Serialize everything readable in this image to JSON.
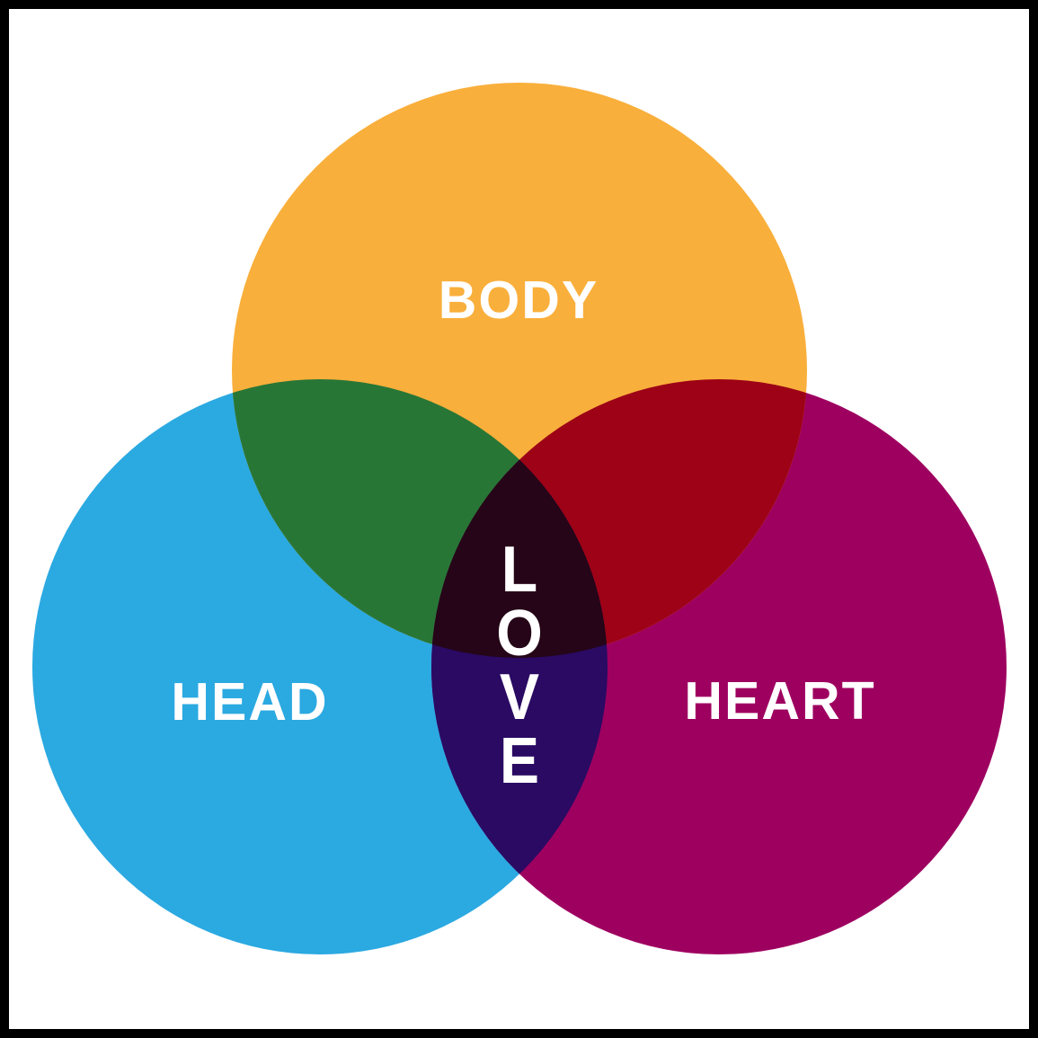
{
  "canvas": {
    "background_color": "#FFFFFF",
    "frame_color": "#000000",
    "label_color": "#FFFFFF"
  },
  "diagram": {
    "type": "venn",
    "sets": [
      {
        "label": "BODY",
        "color": "#F9AF3B",
        "position": "top"
      },
      {
        "label": "HEAD",
        "color": "#2BA9E1",
        "position": "bottom-left"
      },
      {
        "label": "HEART",
        "color": "#9E0060",
        "position": "bottom-right"
      }
    ],
    "intersections": [
      {
        "sets": [
          "BODY",
          "HEAD"
        ],
        "color": "#287636"
      },
      {
        "sets": [
          "BODY",
          "HEART"
        ],
        "color": "#9D0217"
      },
      {
        "sets": [
          "HEAD",
          "HEART"
        ],
        "color": "#2A0A63"
      },
      {
        "sets": [
          "BODY",
          "HEAD",
          "HEART"
        ],
        "label": "LOVE",
        "color": "#250517"
      }
    ],
    "center_label": {
      "text": "LOVE",
      "letters": [
        "L",
        "O",
        "V",
        "E"
      ],
      "color": "#FFFFFF"
    }
  }
}
